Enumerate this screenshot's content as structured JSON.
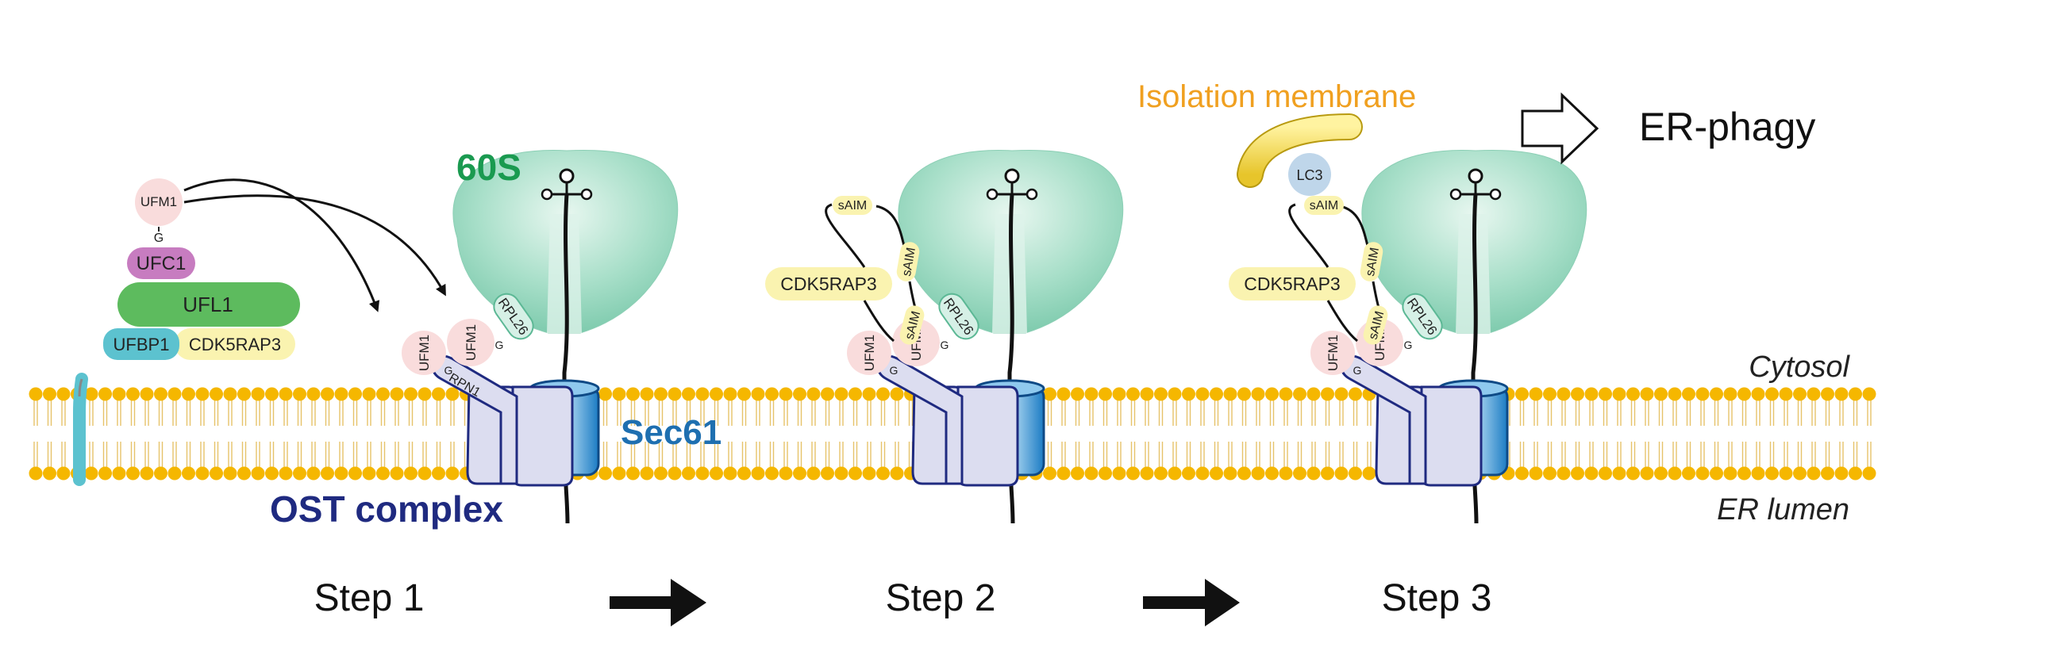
{
  "labels": {
    "ribosome": "60S",
    "translocon": "Sec61",
    "ost": "OST complex",
    "cytosol": "Cytosol",
    "lumen": "ER lumen",
    "isolation_membrane": "Isolation membrane",
    "er_phagy": "ER-phagy"
  },
  "proteins": {
    "ufm1": "UFM1",
    "g": "G",
    "ufc1": "UFC1",
    "ufl1": "UFL1",
    "ufbp1": "UFBP1",
    "cdk5rap3": "CDK5RAP3",
    "rpn1": "RPN1",
    "rpl26": "RPL26",
    "saim": "sAIM",
    "lc3": "LC3"
  },
  "steps": [
    "Step 1",
    "Step 2",
    "Step 3"
  ],
  "colors": {
    "membrane_head": "#F5B700",
    "ribosome": "#9ED9C4",
    "sec61": "#2F8FD0",
    "ost": "#1F2A80",
    "ost_fill": "#DCDDF0",
    "ufm1": "#F9DCDC",
    "ufc1": "#C77CC0",
    "ufl1": "#5DBB5E",
    "ufbp1": "#5CC2CF",
    "cdk5rap3": "#FAF3B0",
    "lc3": "#BFD6EA",
    "isolation_membrane": "#F1D43A",
    "isolation_text": "#F0A020",
    "label_60s": "#1A9A50",
    "label_sec61": "#1E6FB0",
    "label_ost": "#1F2A80"
  }
}
